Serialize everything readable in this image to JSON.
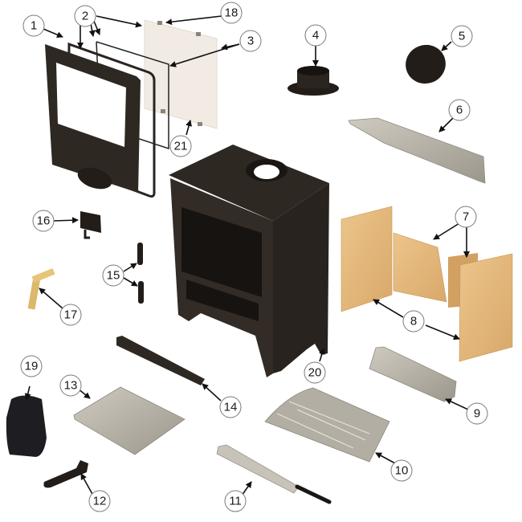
{
  "diagram": {
    "type": "exploded-parts-view",
    "subject": "wood burning stove",
    "colors": {
      "background": "#ffffff",
      "cast_iron": "#2e2822",
      "cast_iron_dark": "#1e1a16",
      "firebrick": "#e0b57a",
      "steel": "#b8b3a8",
      "glass": "#f1ebe4",
      "callout_stroke": "#7a7a7a"
    },
    "callouts": [
      {
        "id": "1",
        "label": "1",
        "part": "door"
      },
      {
        "id": "2",
        "label": "2",
        "part": "door rope seals"
      },
      {
        "id": "3",
        "label": "3",
        "part": "glass gasket"
      },
      {
        "id": "4",
        "label": "4",
        "part": "flue collar"
      },
      {
        "id": "5",
        "label": "5",
        "part": "blanking plate"
      },
      {
        "id": "6",
        "label": "6",
        "part": "baffle plate"
      },
      {
        "id": "7",
        "label": "7",
        "part": "rear firebricks"
      },
      {
        "id": "8",
        "label": "8",
        "part": "side firebricks"
      },
      {
        "id": "9",
        "label": "9",
        "part": "grate support bar"
      },
      {
        "id": "10",
        "label": "10",
        "part": "grate"
      },
      {
        "id": "11",
        "label": "11",
        "part": "riddling bar"
      },
      {
        "id": "12",
        "label": "12",
        "part": "tool"
      },
      {
        "id": "13",
        "label": "13",
        "part": "ash pan"
      },
      {
        "id": "14",
        "label": "14",
        "part": "log retainer"
      },
      {
        "id": "15",
        "label": "15",
        "part": "hinge pins"
      },
      {
        "id": "16",
        "label": "16",
        "part": "door catch"
      },
      {
        "id": "17",
        "label": "17",
        "part": "door handle"
      },
      {
        "id": "18",
        "label": "18",
        "part": "glass clips"
      },
      {
        "id": "19",
        "label": "19",
        "part": "gloves"
      },
      {
        "id": "20",
        "label": "20",
        "part": "stove body"
      },
      {
        "id": "21",
        "label": "21",
        "part": "glass"
      }
    ]
  }
}
